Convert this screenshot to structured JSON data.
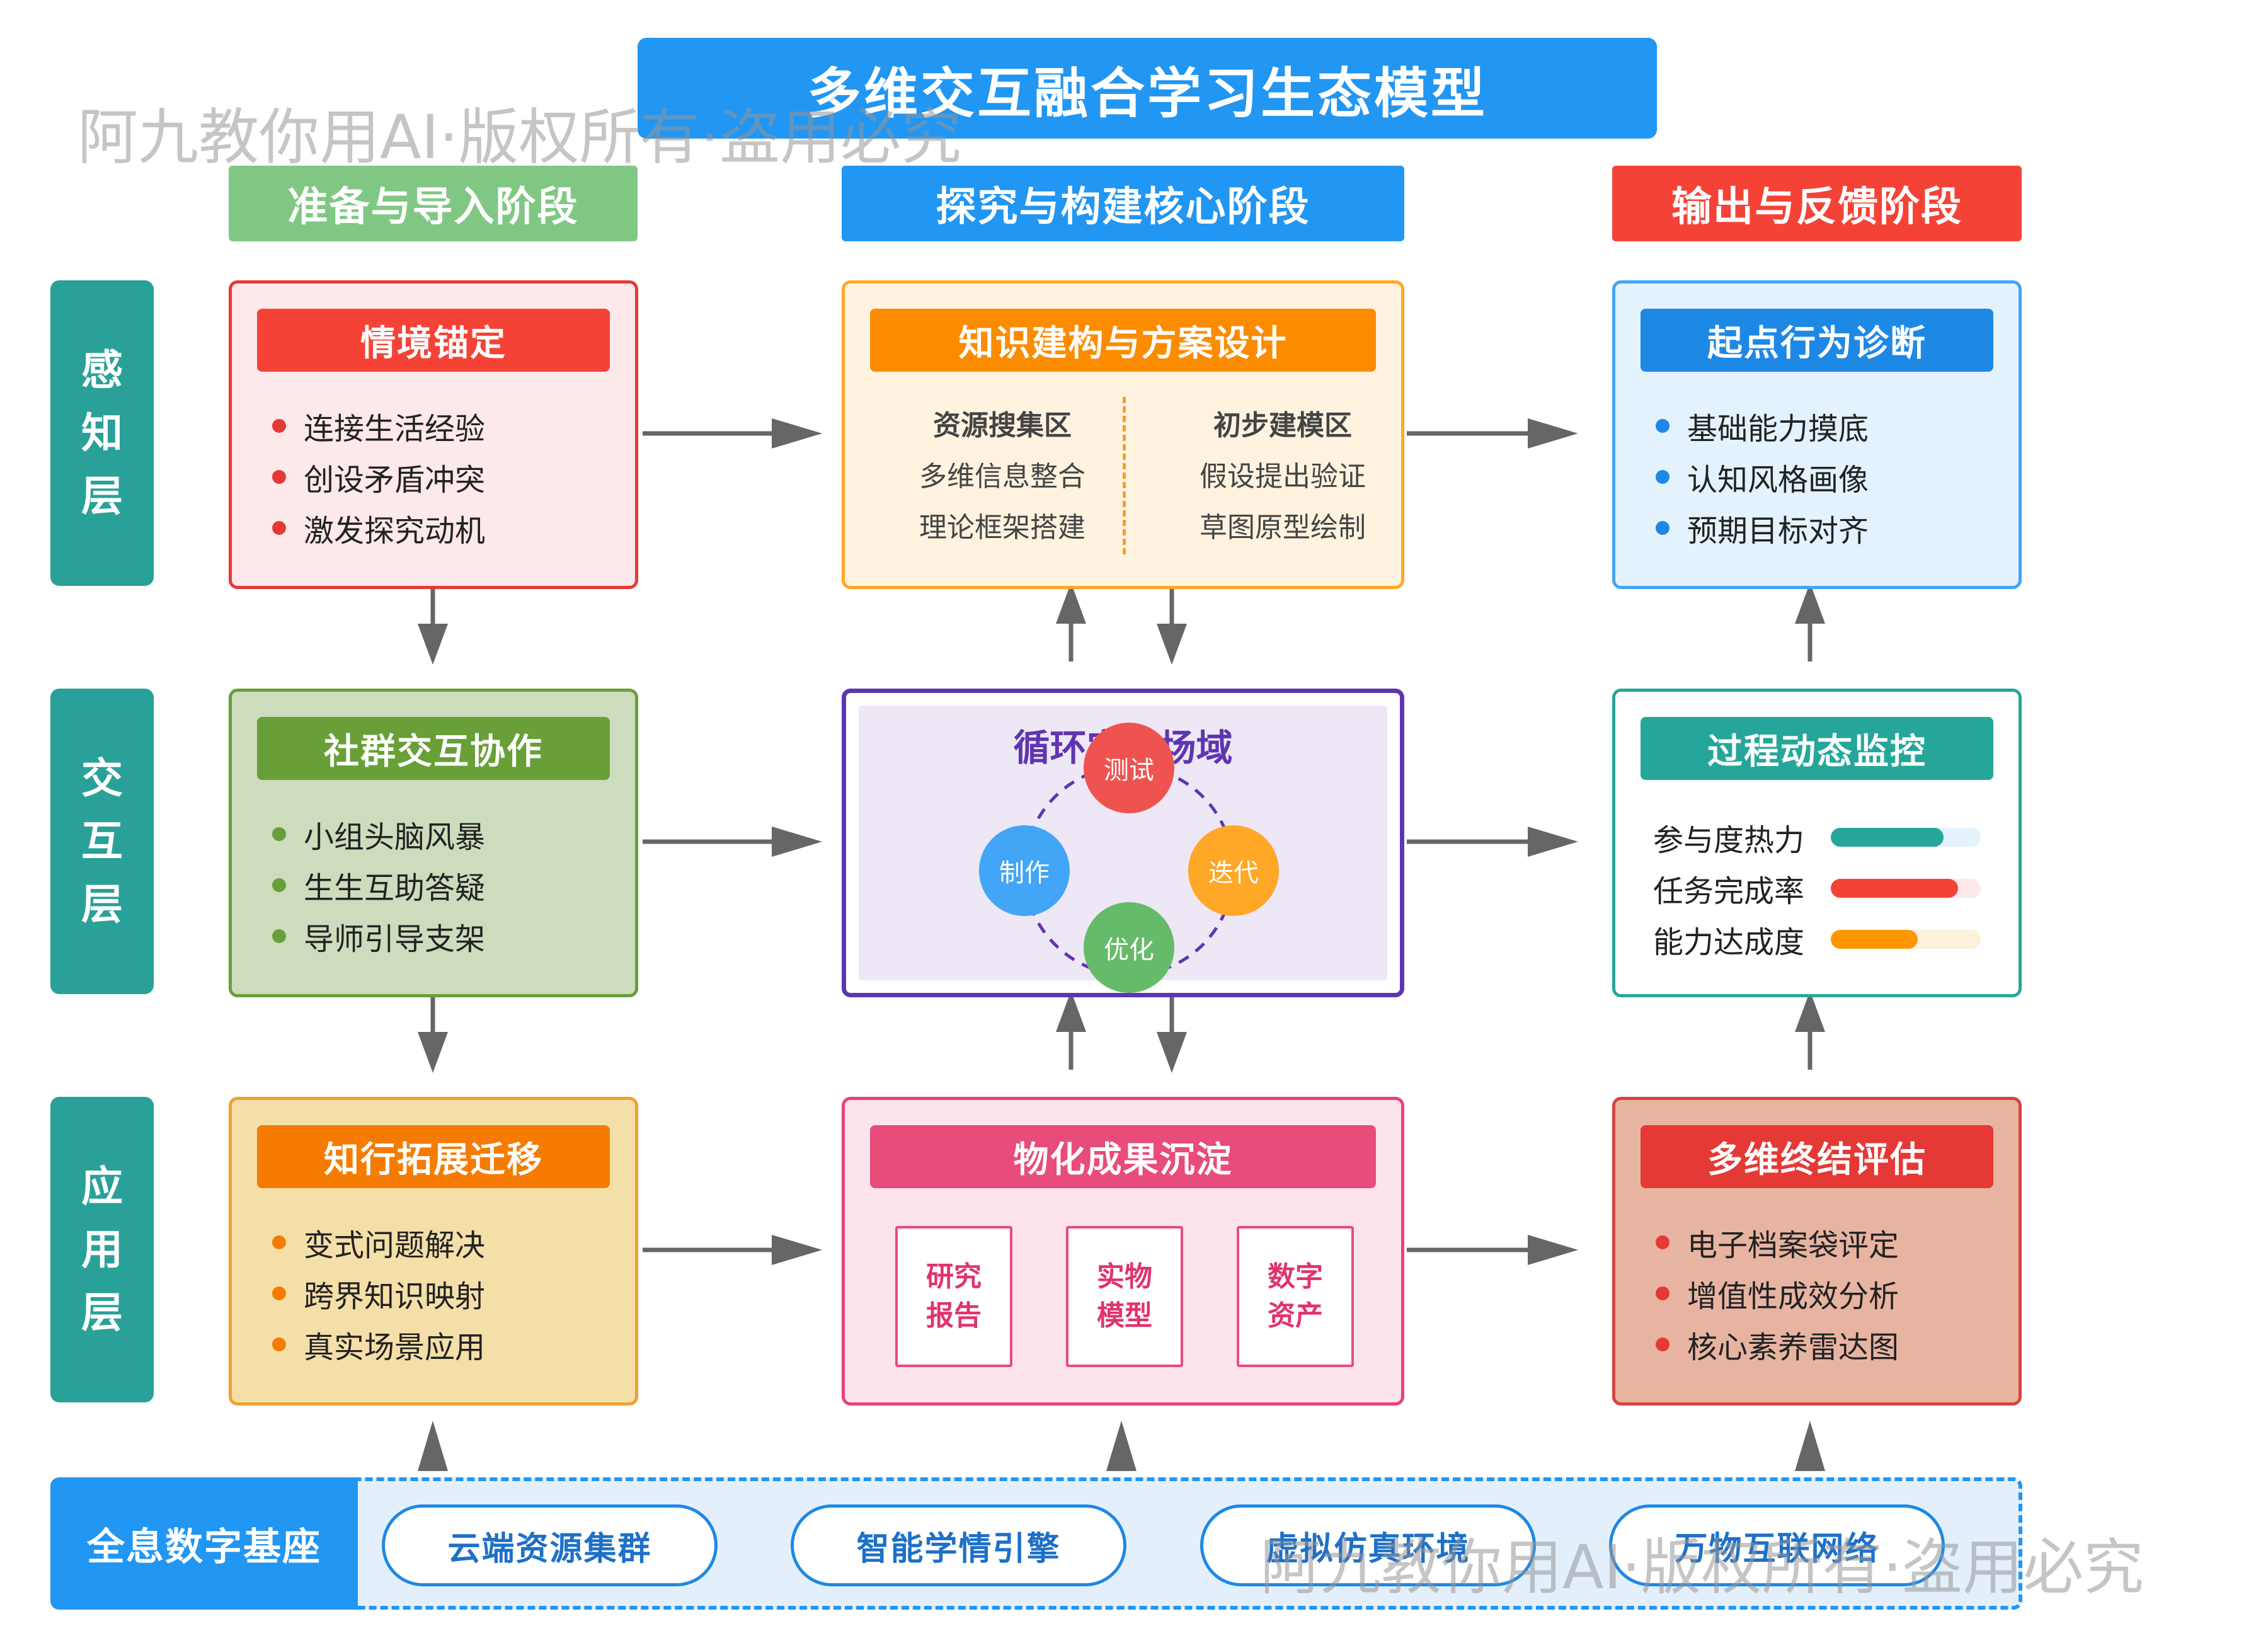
{
  "title": "多维交互融合学习生态模型",
  "watermark": "阿九教你用AI·版权所有·盗用必究",
  "phases": [
    {
      "label": "准备与导入阶段",
      "color": "#81c784"
    },
    {
      "label": "探究与构建核心阶段",
      "color": "#2196f3"
    },
    {
      "label": "输出与反馈阶段",
      "color": "#f44336"
    }
  ],
  "layers": [
    {
      "chars": [
        "感",
        "知",
        "层"
      ]
    },
    {
      "chars": [
        "交",
        "互",
        "层"
      ]
    },
    {
      "chars": [
        "应",
        "用",
        "层"
      ]
    }
  ],
  "boxes": {
    "situation": {
      "title": "情境锚定",
      "items": [
        "连接生活经验",
        "创设矛盾冲突",
        "激发探究动机"
      ]
    },
    "design": {
      "title": "知识建构与方案设计",
      "left_head": "资源搜集区",
      "left_items": [
        "多维信息整合",
        "理论框架搭建"
      ],
      "right_head": "初步建模区",
      "right_items": [
        "假设提出验证",
        "草图原型绘制"
      ]
    },
    "diagnosis": {
      "title": "起点行为诊断",
      "items": [
        "基础能力摸底",
        "认知风格画像",
        "预期目标对齐"
      ]
    },
    "community": {
      "title": "社群交互协作",
      "items": [
        "小组头脑风暴",
        "生生互助答疑",
        "导师引导支架"
      ]
    },
    "practice": {
      "title": "循环实践场域",
      "nodes": [
        "测试",
        "迭代",
        "优化",
        "制作"
      ]
    },
    "monitor": {
      "title": "过程动态监控",
      "metrics": [
        {
          "label": "参与度热力",
          "fill": 0.75,
          "color": "#26a69a",
          "track": "#e3f2fd"
        },
        {
          "label": "任务完成率",
          "fill": 0.85,
          "color": "#f44336",
          "track": "#fde8ea"
        },
        {
          "label": "能力达成度",
          "fill": 0.58,
          "color": "#ff9800",
          "track": "#fdf1dc"
        }
      ]
    },
    "transfer": {
      "title": "知行拓展迁移",
      "items": [
        "变式问题解决",
        "跨界知识映射",
        "真实场景应用"
      ]
    },
    "achievement": {
      "title": "物化成果沉淀",
      "cards": [
        [
          "研究",
          "报告"
        ],
        [
          "实物",
          "模型"
        ],
        [
          "数字",
          "资产"
        ]
      ]
    },
    "evaluation": {
      "title": "多维终结评估",
      "items": [
        "电子档案袋评定",
        "增值性成效分析",
        "核心素养雷达图"
      ]
    }
  },
  "foundation": {
    "label": "全息数字基座",
    "pills": [
      "云端资源集群",
      "智能学情引擎",
      "虚拟仿真环境",
      "万物互联网络"
    ]
  }
}
